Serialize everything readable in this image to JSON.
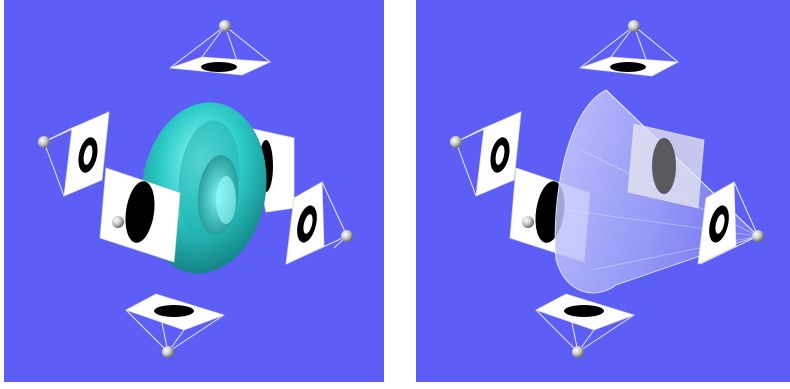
{
  "figure": {
    "panels": [
      {
        "id": "left",
        "object": "torus",
        "object_color": "#2fd4d0",
        "views": 6
      },
      {
        "id": "right",
        "object": "cone",
        "object_color": "#e8ecff",
        "views": 6
      }
    ],
    "background_color": "#5d5ef6",
    "silhouette_color": "#000000",
    "camera_color": "#d9d9d9"
  }
}
